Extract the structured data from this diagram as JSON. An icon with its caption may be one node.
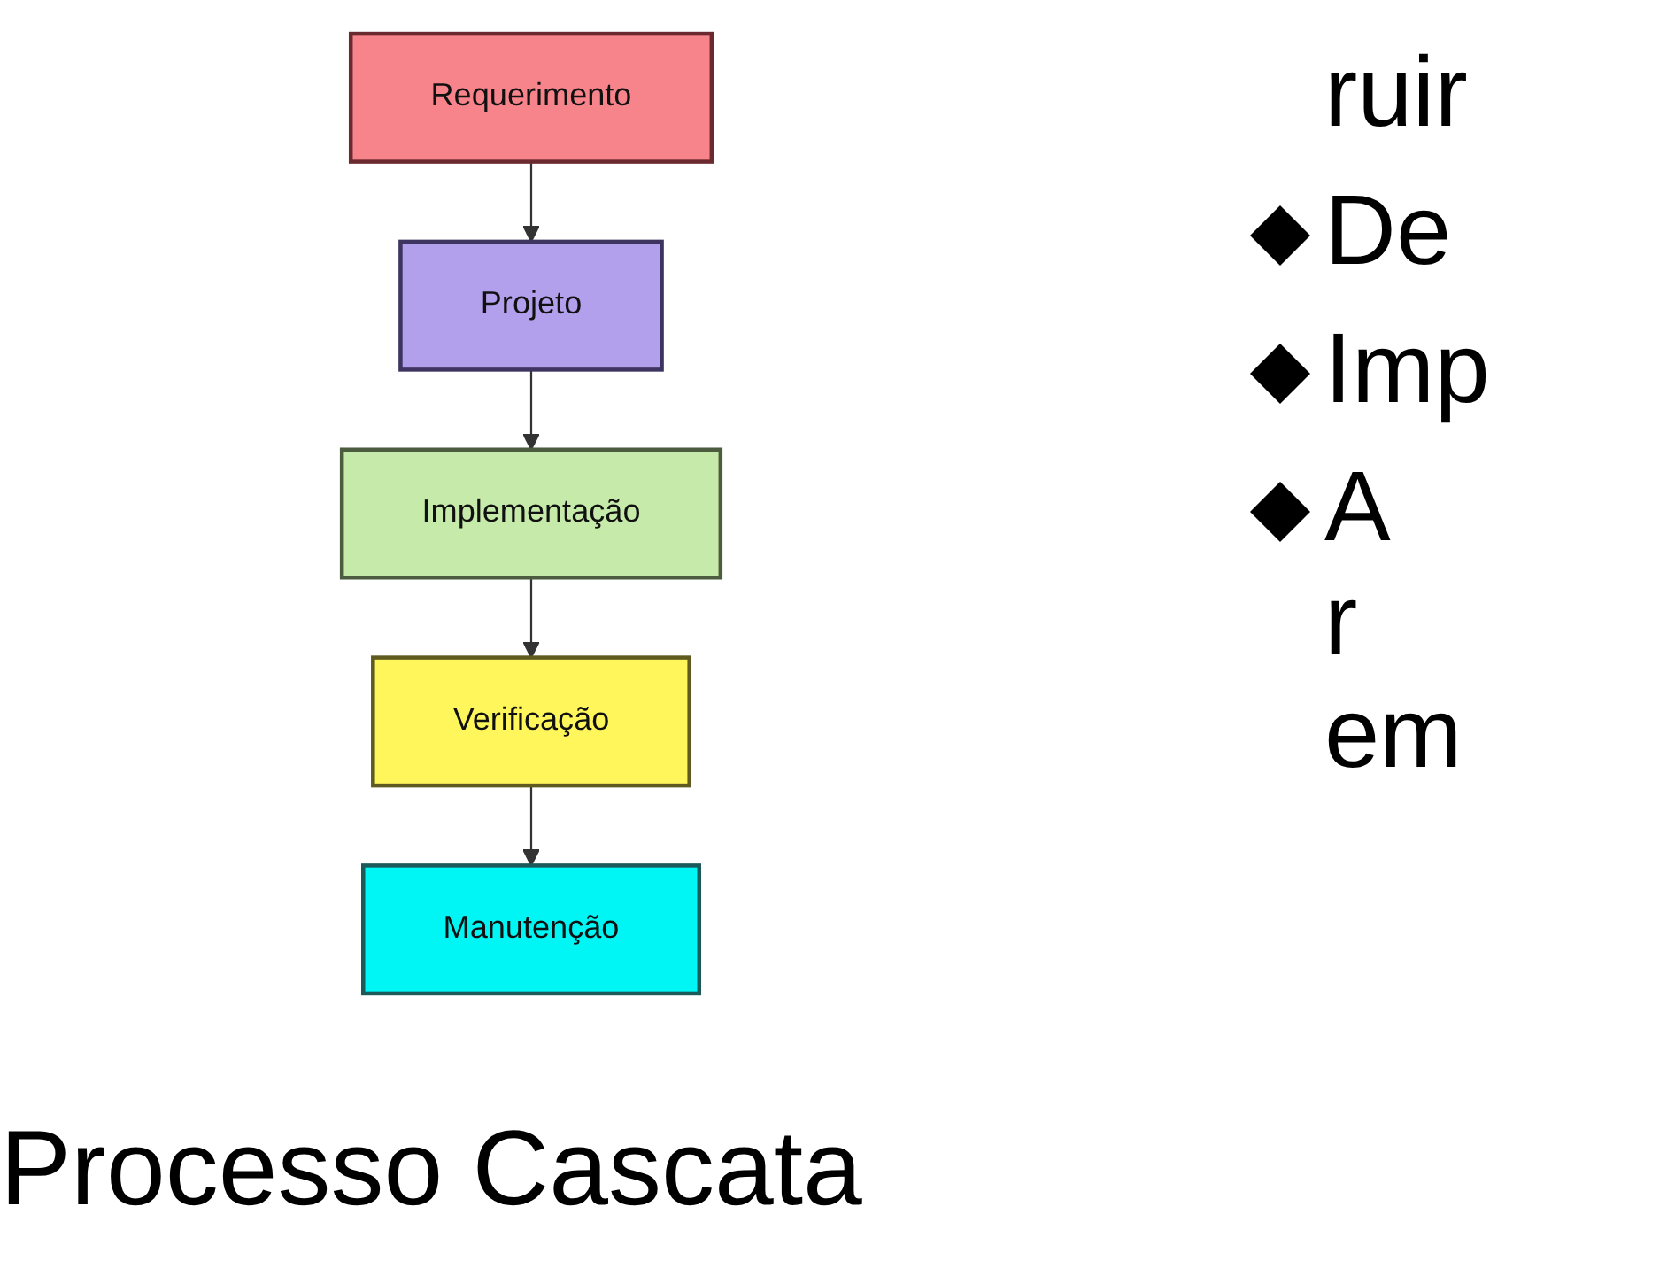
{
  "diagram": {
    "title": "Processo Cascata",
    "nodes": [
      {
        "text": [
          "Requerimento"
        ]
      },
      {
        "text": [
          "Projeto"
        ]
      },
      {
        "text": [
          "Implementação"
        ]
      },
      {
        "text": [
          "Verificação"
        ]
      },
      {
        "text": [
          "Manutenção"
        ]
      }
    ],
    "edges": [
      {
        "from": 0,
        "to": 1,
        "arrow": "to"
      },
      {
        "from": 1,
        "to": 2,
        "arrow": "to"
      },
      {
        "from": 2,
        "to": 3,
        "arrow": "to"
      },
      {
        "from": 3,
        "to": 4,
        "arrow": "to"
      }
    ],
    "labels": [
      "ruir",
      "De",
      "Imp",
      "A r em"
    ]
  }
}
